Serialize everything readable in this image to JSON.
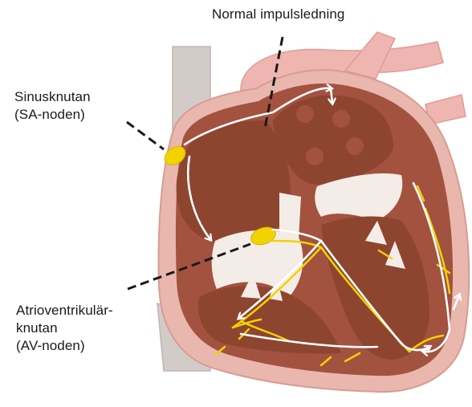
{
  "labels": {
    "impulse": "Normal impulsledning",
    "sa_node": [
      "Sinusknutan",
      "(SA-noden)"
    ],
    "av_node": [
      "Atrioventrikulär-",
      "knutan",
      "(AV-noden)"
    ]
  },
  "colors": {
    "outer_wall": "#e9b7ae",
    "muscle": "#a3523f",
    "chamber": "#8e4530",
    "valve_tissue": "#f4ece6",
    "vessel_grey": "#d3cbc8",
    "vessel_pink": "#efb5b1",
    "conduction_yellow": "#f2d200",
    "impulse_path": "#ffffff",
    "leader_line": "#1a1a1a"
  },
  "icons": [
    "heart-illustration",
    "impulse-arrow",
    "leader-line"
  ]
}
